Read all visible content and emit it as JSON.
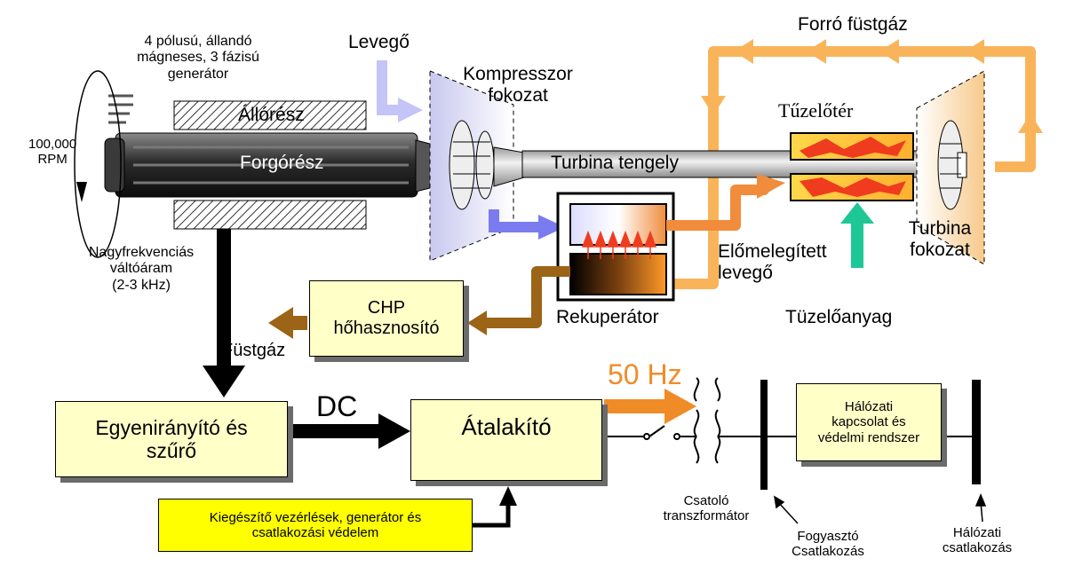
{
  "generator": {
    "description": "4 pólusú, állandó mágneses, 3 fázisú generátor",
    "stator": "Állórész",
    "rotor": "Forgórész",
    "speed": "100,000\nRPM",
    "output": "Nagyfrekvenciás\nváltóáram\n(2-3 kHz)"
  },
  "compressor": {
    "air": "Levegő",
    "stage": "Kompresszor\nfokozat"
  },
  "shaft": "Turbina tengely",
  "exhaust": "Forró füstgáz",
  "combustor": "Tűzelőtér",
  "turbine": "Turbina\nfokozat",
  "preheated_air": "Előmelegített\nlevegő",
  "fuel": "Tüzelőanyag",
  "recuperator": "Rekuperátor",
  "chp": {
    "label": "CHP\nhőhasznosító",
    "flue": "Füstgáz"
  },
  "rectifier": "Egyenirányító és\nszűrő",
  "dc": "DC",
  "inverter": "Átalakító",
  "freq": "50 Hz",
  "controls": "Kiegészítő vezérlések, generátor és\ncsatlakozási védelem",
  "transformer": "Csatoló\ntranszformátor",
  "consumer": "Fogyasztó\nCsatlakozás",
  "grid_protection": "Hálózati\nkapcsolat és\nvédelmi rendszer",
  "grid_connection": "Hálózati\ncsatlakozás",
  "colors": {
    "hot_gas": "#f9b45a",
    "blue_air": "#7b7bf0",
    "fuel": "#1ec896",
    "flue": "#9c6416",
    "freq": "#f08c28",
    "box_fill": "#ffffc8"
  }
}
